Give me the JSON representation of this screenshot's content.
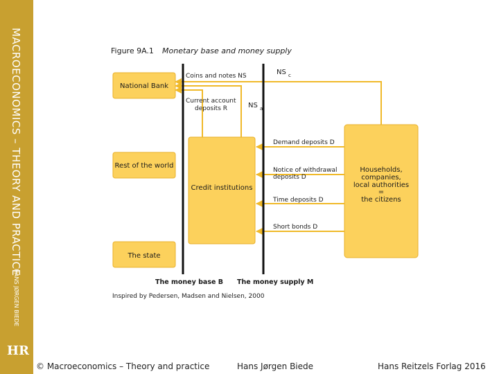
{
  "sidebar": {
    "title": "MACROECONOMICS – THEORY AND PRACTICE",
    "author": "HANS JØRGEN BIEDE",
    "logo": "HR"
  },
  "figure": {
    "number": "Figure 9A.1",
    "title": "Monetary base and money supply",
    "source": "Inspired by Pedersen, Madsen and Nielsen, 2000",
    "boxes": {
      "national_bank": "National Bank",
      "rest_of_world": "Rest of the world",
      "state": "The state",
      "credit_institutions": "Credit institutions",
      "households": [
        "Households,",
        "companies,",
        "local authorities",
        "=",
        "the citizens"
      ]
    },
    "flows": {
      "coins_notes": "Coins and notes NS",
      "current_account": [
        "Current account",
        "deposits R"
      ],
      "ns_c": "NS",
      "ns_c_sub": "c",
      "ns_a": "NS",
      "ns_a_sub": "a",
      "demand": "Demand deposits D",
      "notice": [
        "Notice of withdrawal",
        "deposits D"
      ],
      "time": "Time deposits D",
      "bonds": "Short bonds D"
    },
    "axes": {
      "money_base": "The money base B",
      "money_supply": "The money supply M"
    }
  },
  "footer": {
    "copyright": "© Macroeconomics – Theory and practice",
    "author": "Hans Jørgen Biede",
    "publisher": "Hans Reitzels Forlag 2016"
  },
  "colors": {
    "sidebar": "#c8a030",
    "box_fill": "#fcd15c",
    "box_stroke": "#e8b02a",
    "arrow": "#f0b928"
  }
}
